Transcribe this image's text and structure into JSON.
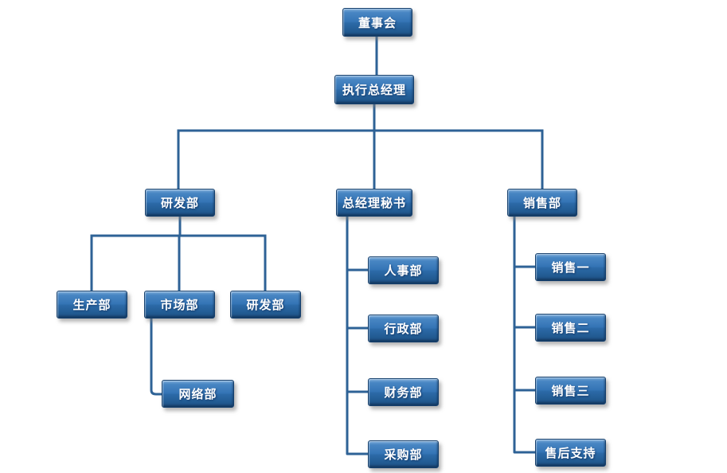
{
  "colors": {
    "background": "#ffffff",
    "node_fill": "#3474b5",
    "node_fill_highlight": "#7cabd9",
    "node_fill_shadow": "#1d4e7f",
    "node_border": "#16406d",
    "node_text": "#ffffff",
    "connector": "#2e6296"
  },
  "org_chart": {
    "type": "org-chart",
    "nodes": {
      "board": {
        "label": "董事会"
      },
      "ceo": {
        "label": "执行总经理"
      },
      "rd_dept": {
        "label": "研发部"
      },
      "gm_secretary": {
        "label": "总经理秘书"
      },
      "sales_dept": {
        "label": "销售部"
      },
      "production": {
        "label": "生产部"
      },
      "marketing": {
        "label": "市场部"
      },
      "rd_dept_2": {
        "label": "研发部"
      },
      "network": {
        "label": "网络部"
      },
      "hr": {
        "label": "人事部"
      },
      "admin": {
        "label": "行政部"
      },
      "finance": {
        "label": "财务部"
      },
      "purchasing": {
        "label": "采购部"
      },
      "sales_1": {
        "label": "销售一"
      },
      "sales_2": {
        "label": "销售二"
      },
      "sales_3": {
        "label": "销售三"
      },
      "after_sales": {
        "label": "售后支持"
      }
    },
    "edges": [
      {
        "parent": "董事会",
        "child": "执行总经理"
      },
      {
        "parent": "执行总经理",
        "child": "研发部"
      },
      {
        "parent": "执行总经理",
        "child": "总经理秘书"
      },
      {
        "parent": "执行总经理",
        "child": "销售部"
      },
      {
        "parent": "研发部",
        "child": "生产部"
      },
      {
        "parent": "研发部",
        "child": "市场部"
      },
      {
        "parent": "研发部",
        "child": "研发部"
      },
      {
        "parent": "市场部",
        "child": "网络部"
      },
      {
        "parent": "总经理秘书",
        "child": "人事部"
      },
      {
        "parent": "总经理秘书",
        "child": "行政部"
      },
      {
        "parent": "总经理秘书",
        "child": "财务部"
      },
      {
        "parent": "总经理秘书",
        "child": "采购部"
      },
      {
        "parent": "销售部",
        "child": "销售一"
      },
      {
        "parent": "销售部",
        "child": "销售二"
      },
      {
        "parent": "销售部",
        "child": "销售三"
      },
      {
        "parent": "销售部",
        "child": "售后支持"
      }
    ]
  }
}
